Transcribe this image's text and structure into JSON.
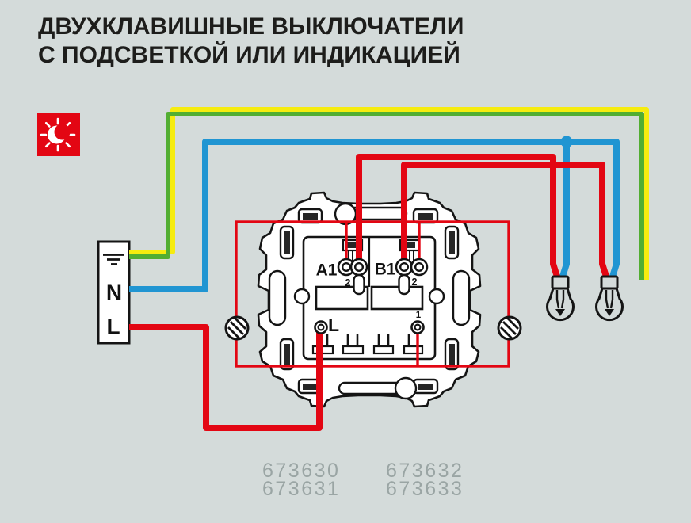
{
  "title": {
    "line1": "ДВУХКЛАВИШНЫЕ ВЫКЛЮЧАТЕЛИ",
    "line2": "С ПОДСВЕТКОЙ ИЛИ ИНДИКАЦИЕЙ"
  },
  "legend": {
    "icon": "backlight-moon-icon"
  },
  "supply_block": {
    "earth_icon": "earth-symbol",
    "neutral_label": "N",
    "line_label": "L"
  },
  "mechanism": {
    "terminal_a1_label": "A1",
    "terminal_b1_label": "B1",
    "common_terminal_label": "L",
    "a_indicator_terminal_label": "2",
    "b_indicator_terminal_label": "2",
    "load_terminal_label": "1"
  },
  "product_codes": [
    "673630",
    "673631",
    "673632",
    "673633"
  ],
  "colors": {
    "background": "#d4dbda",
    "wire_red": "#e30613",
    "wire_blue": "#2095d2",
    "wire_yellow": "#f6ec0f",
    "wire_green": "#52ae32",
    "line_black": "#141414",
    "code_gray": "#9aa5a4",
    "title_color": "#1d1d1b",
    "accent_red": "#e30613",
    "white": "#ffffff"
  }
}
